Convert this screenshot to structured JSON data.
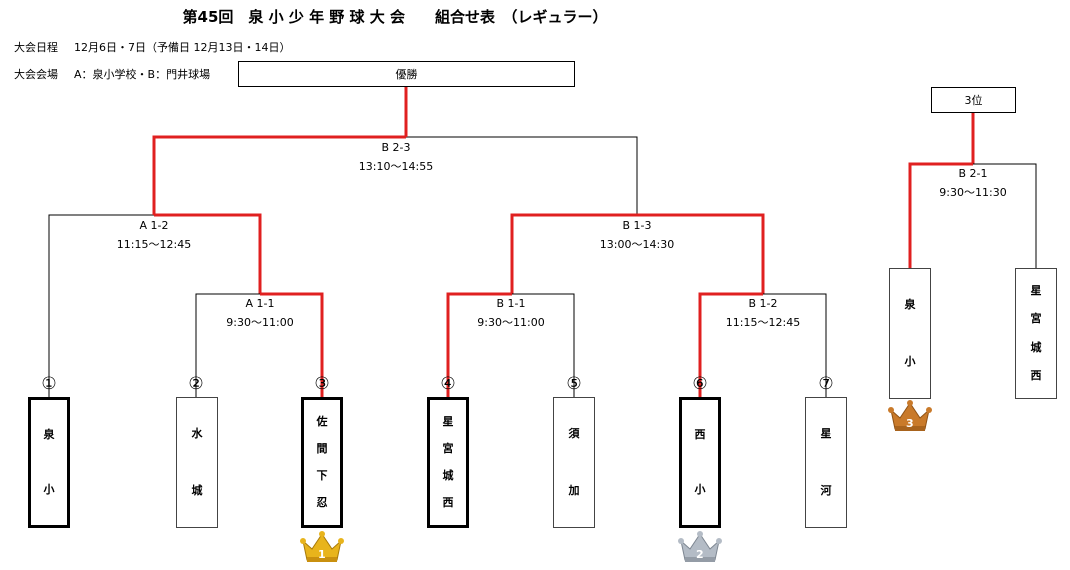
{
  "title": "第45回　泉 小 少 年 野 球 大 会　　組合せ表　（レギュラー）",
  "info": {
    "dates_label": "大会日程",
    "dates_value": "12月6日・7日（予備日 12月13日・14日）",
    "venue_label": "大会会場",
    "venue_value": "A：泉小学校・B：門井球場"
  },
  "champion_box": "優勝",
  "third_place_box": "3位",
  "matches": {
    "final": {
      "code": "B 2-3",
      "time": "13:10～14:55"
    },
    "left_semi": {
      "code": "A 1-2",
      "time": "11:15～12:45"
    },
    "right_semi": {
      "code": "B 1-3",
      "time": "13:00～14:30"
    },
    "r1_a": {
      "code": "A 1-1",
      "time": "9:30～11:00"
    },
    "r1_b": {
      "code": "B 1-1",
      "time": "9:30～11:00"
    },
    "r1_c": {
      "code": "B 1-2",
      "time": "11:15～12:45"
    },
    "third": {
      "code": "B 2-1",
      "time": "9:30～11:30"
    }
  },
  "teams": [
    {
      "num": "①",
      "chars": [
        "泉",
        "小"
      ]
    },
    {
      "num": "②",
      "chars": [
        "水",
        "城"
      ]
    },
    {
      "num": "③",
      "chars": [
        "佐",
        "間",
        "下",
        "忍"
      ]
    },
    {
      "num": "④",
      "chars": [
        "星",
        "宮",
        "城",
        "西"
      ]
    },
    {
      "num": "⑤",
      "chars": [
        "須",
        "加"
      ]
    },
    {
      "num": "⑥",
      "chars": [
        "西",
        "小"
      ]
    },
    {
      "num": "⑦",
      "chars": [
        "星",
        "河"
      ]
    }
  ],
  "third_teams": [
    {
      "chars": [
        "泉",
        "小"
      ]
    },
    {
      "chars": [
        "星",
        "宮",
        "城",
        "西"
      ]
    }
  ],
  "medals": [
    {
      "rank": "1",
      "color": "#e8b41c"
    },
    {
      "rank": "2",
      "color": "#b4bcc6"
    },
    {
      "rank": "3",
      "color": "#c97a2a"
    }
  ],
  "colors": {
    "win_line": "#e02020",
    "line": "#000000"
  }
}
